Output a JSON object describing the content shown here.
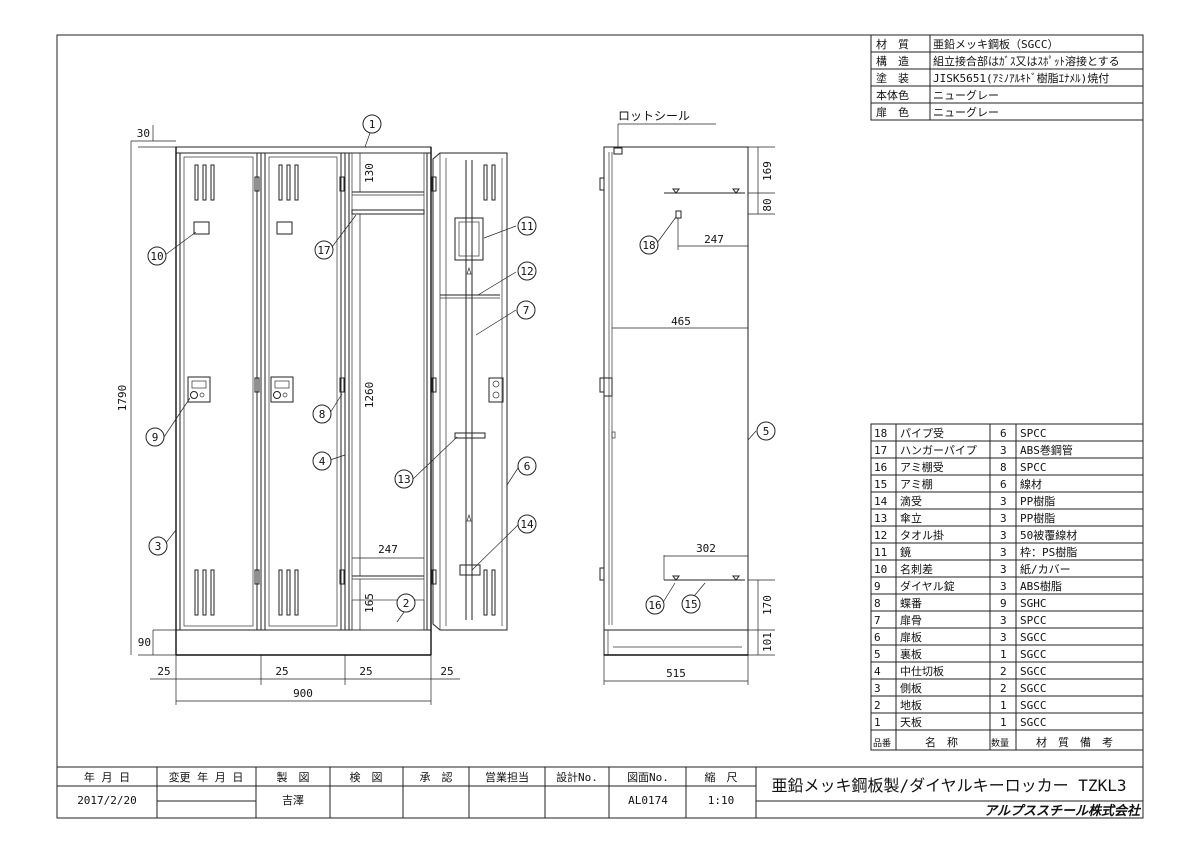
{
  "materials": [
    {
      "label": "材　質",
      "value": "亜鉛メッキ鋼板（SGCC）"
    },
    {
      "label": "構　造",
      "value": "組立接合部はｶﾞｽ又はｽﾎﾟｯﾄ溶接とする"
    },
    {
      "label": "塗　装",
      "value": "JISK5651(ｱﾐﾉｱﾙｷﾄﾞ樹脂ｴﾅﾒﾙ)焼付"
    },
    {
      "label": "本体色",
      "value": "ニューグレー"
    },
    {
      "label": "扉　色",
      "value": "ニューグレー"
    }
  ],
  "parts_header": {
    "no": "品番",
    "name": "名　称",
    "qty": "数量",
    "note": "材　質　備　考"
  },
  "parts": [
    {
      "no": "18",
      "name": "パイプ受",
      "qty": "6",
      "note": "SPCC"
    },
    {
      "no": "17",
      "name": "ハンガーパイプ",
      "qty": "3",
      "note": "ABS巻鋼管"
    },
    {
      "no": "16",
      "name": "アミ棚受",
      "qty": "8",
      "note": "SPCC"
    },
    {
      "no": "15",
      "name": "アミ棚",
      "qty": "6",
      "note": "線材"
    },
    {
      "no": "14",
      "name": "滴受",
      "qty": "3",
      "note": "PP樹脂"
    },
    {
      "no": "13",
      "name": "傘立",
      "qty": "3",
      "note": "PP樹脂"
    },
    {
      "no": "12",
      "name": "タオル掛",
      "qty": "3",
      "note": "50被覆線材"
    },
    {
      "no": "11",
      "name": "鏡",
      "qty": "3",
      "note": "枠：PS樹脂"
    },
    {
      "no": "10",
      "name": "名刺差",
      "qty": "3",
      "note": "紙/カバー"
    },
    {
      "no": "9",
      "name": "ダイヤル錠",
      "qty": "3",
      "note": "ABS樹脂"
    },
    {
      "no": "8",
      "name": "蝶番",
      "qty": "9",
      "note": "SGHC"
    },
    {
      "no": "7",
      "name": "扉骨",
      "qty": "3",
      "note": "SPCC"
    },
    {
      "no": "6",
      "name": "扉板",
      "qty": "3",
      "note": "SGCC"
    },
    {
      "no": "5",
      "name": "裏板",
      "qty": "1",
      "note": "SGCC"
    },
    {
      "no": "4",
      "name": "中仕切板",
      "qty": "2",
      "note": "SGCC"
    },
    {
      "no": "3",
      "name": "側板",
      "qty": "2",
      "note": "SGCC"
    },
    {
      "no": "2",
      "name": "地板",
      "qty": "1",
      "note": "SGCC"
    },
    {
      "no": "1",
      "name": "天板",
      "qty": "1",
      "note": "SGCC"
    }
  ],
  "title_block": {
    "headers": [
      "年 月 日",
      "変更 年 月 日",
      "製　図",
      "検　図",
      "承　認",
      "営業担当",
      "設計No.",
      "図面No.",
      "縮　尺"
    ],
    "date": "2017/2/20",
    "drafter": "吉澤",
    "drawing_no": "AL0174",
    "scale": "1:10",
    "title": "亜鉛メッキ鋼板製/ダイヤルキーロッカー TZKL3",
    "company": "アルプススチール株式会社"
  },
  "front_dims": {
    "top": "30",
    "height": "1790",
    "bottom": "90",
    "w1": "25",
    "w2": "25",
    "w3": "25",
    "w4": "25",
    "width": "900",
    "shelf_top": "130",
    "hang": "1260",
    "shelf_bottom": "165",
    "inner": "247"
  },
  "side_dims": {
    "seal": "ロットシール",
    "d169": "169",
    "d80": "80",
    "d247": "247",
    "depth_inner": "465",
    "d302": "302",
    "d170": "170",
    "d101": "101",
    "depth": "515"
  },
  "callouts": [
    "1",
    "2",
    "3",
    "4",
    "5",
    "6",
    "7",
    "8",
    "9",
    "10",
    "11",
    "12",
    "13",
    "14",
    "15",
    "16",
    "17",
    "18"
  ]
}
